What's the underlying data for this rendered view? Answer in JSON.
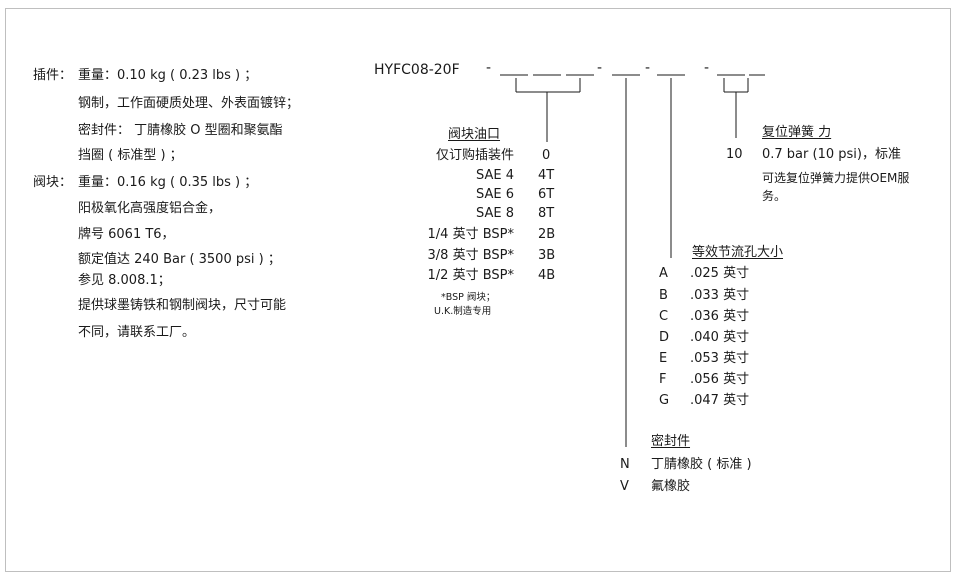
{
  "left": {
    "insert_label": "插件：",
    "insert_weight": "重量：0.10 kg ( 0.23 lbs ) ；",
    "insert_material": "钢制，工作面硬质处理、外表面镀锌；",
    "insert_seal_1": "密封件：  丁腈橡胶 O 型圈和聚氨酯",
    "insert_seal_2": "挡圈 ( 标准型 ) ；",
    "body_label": "阀块：",
    "body_weight": "重量：0.16 kg ( 0.35 lbs ) ；",
    "body_material": "阳极氧化高强度铝合金，",
    "body_grade": "牌号 6061 T6，",
    "body_rating": "额定值达 240 Bar ( 3500 psi ) ；",
    "body_ref": "参见 8.008.1；",
    "body_note_1": "提供球墨铸铁和钢制阀块，尺寸可能",
    "body_note_2": "不同，请联系工厂。"
  },
  "model": {
    "code": "HYFC08-20F",
    "dash_1": "-",
    "dash_2": "-",
    "dash_3": "-",
    "dash_4": "-"
  },
  "ports": {
    "title": "阀块油口",
    "rows": [
      {
        "label": "仅订购插装件",
        "code": "0"
      },
      {
        "label": "SAE 4",
        "code": "4T"
      },
      {
        "label": "SAE 6",
        "code": "6T"
      },
      {
        "label": "SAE 8",
        "code": "8T"
      },
      {
        "label": "1/4 英寸 BSP*",
        "code": "2B"
      },
      {
        "label": "3/8 英寸 BSP*",
        "code": "3B"
      },
      {
        "label": "1/2 英寸 BSP*",
        "code": "4B"
      }
    ],
    "note_1": "*BSP 阀块；",
    "note_2": "U.K.制造专用"
  },
  "orifice": {
    "title": "等效节流孔大小",
    "rows": [
      {
        "code": "A",
        "value": ".025 英寸"
      },
      {
        "code": "B",
        "value": ".033 英寸"
      },
      {
        "code": "C",
        "value": ".036 英寸"
      },
      {
        "code": "D",
        "value": ".040 英寸"
      },
      {
        "code": "E",
        "value": ".053 英寸"
      },
      {
        "code": "F",
        "value": ".056 英寸"
      },
      {
        "code": "G",
        "value": ".047 英寸"
      }
    ]
  },
  "seals": {
    "title": "密封件",
    "rows": [
      {
        "code": "N",
        "value": "丁腈橡胶 ( 标准 )"
      },
      {
        "code": "V",
        "value": "氟橡胶"
      }
    ]
  },
  "spring": {
    "title": "复位弹簧 力",
    "code": "10",
    "value": "0.7 bar (10 psi)，标准",
    "note_1": "可选复位弹簧力提供OEM服",
    "note_2": "务。"
  }
}
